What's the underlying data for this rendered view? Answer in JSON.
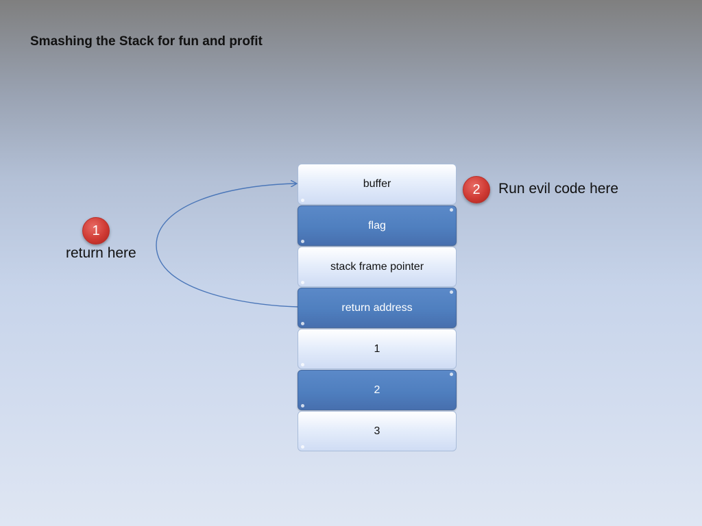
{
  "title": "Smashing the Stack for fun and profit",
  "stack": [
    {
      "label": "buffer",
      "style": "light"
    },
    {
      "label": "flag",
      "style": "dark"
    },
    {
      "label": "stack frame pointer",
      "style": "light"
    },
    {
      "label": "return address",
      "style": "dark"
    },
    {
      "label": "1",
      "style": "light"
    },
    {
      "label": "2",
      "style": "dark"
    },
    {
      "label": "3",
      "style": "light"
    }
  ],
  "callouts": {
    "left": {
      "number": "1",
      "text": "return here"
    },
    "right": {
      "number": "2",
      "text": "Run evil code here"
    }
  },
  "colors": {
    "cell_light": "#e6eefb",
    "cell_dark": "#4f7fbf",
    "badge": "#cf3a33",
    "arrow": "#4a76b8"
  }
}
